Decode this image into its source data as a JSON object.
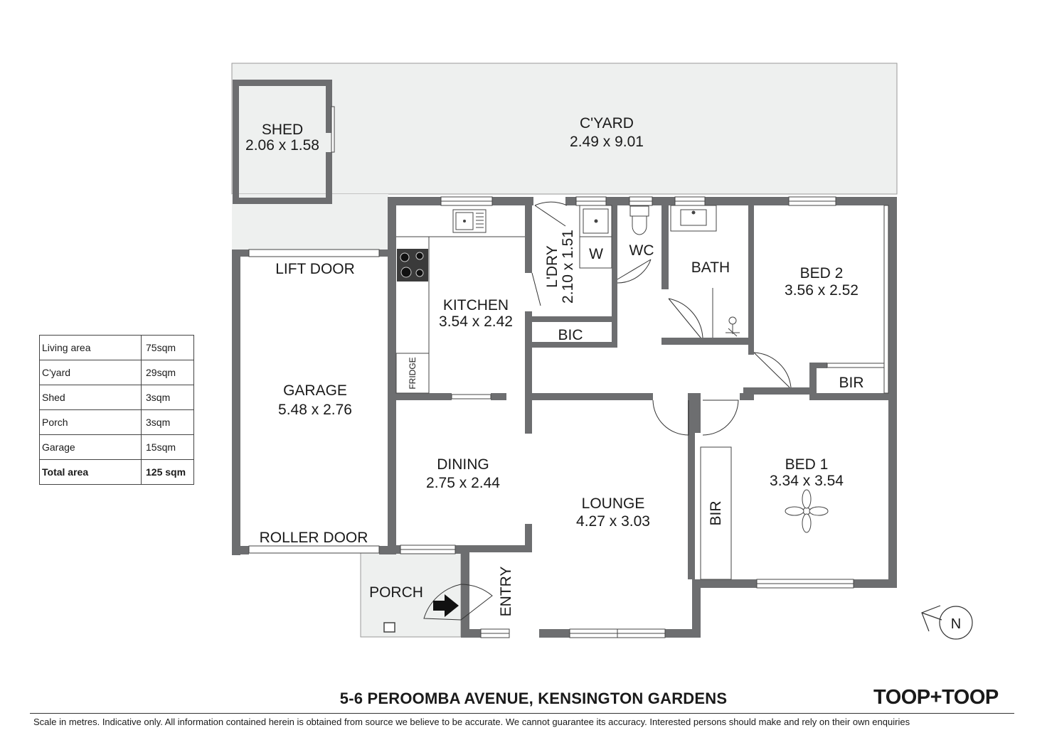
{
  "rooms": {
    "cyard": {
      "name": "C'YARD",
      "dims": "2.49 x 9.01"
    },
    "shed": {
      "name": "SHED",
      "dims": "2.06 x 1.58"
    },
    "garage": {
      "name": "GARAGE",
      "dims": "5.48 x 2.76",
      "lift_door": "LIFT DOOR",
      "roller_door": "ROLLER DOOR"
    },
    "kitchen": {
      "name": "KITCHEN",
      "dims": "3.54 x 2.42",
      "fridge": "FRIDGE"
    },
    "laundry": {
      "name": "L'DRY",
      "dims": "2.10 x 1.51",
      "washer": "W"
    },
    "wc": {
      "name": "WC"
    },
    "bath": {
      "name": "BATH"
    },
    "bic": {
      "name": "BIC"
    },
    "bed2": {
      "name": "BED 2",
      "dims": "3.56 x 2.52",
      "bir": "BIR"
    },
    "bed1": {
      "name": "BED 1",
      "dims": "3.34 x 3.54",
      "bir": "BIR"
    },
    "dining": {
      "name": "DINING",
      "dims": "2.75 x 2.44"
    },
    "lounge": {
      "name": "LOUNGE",
      "dims": "4.27 x 3.03"
    },
    "porch": {
      "name": "PORCH"
    },
    "entry": {
      "name": "ENTRY"
    }
  },
  "compass": "N",
  "area_table": [
    {
      "label": "Living area",
      "value": "75sqm"
    },
    {
      "label": "C'yard",
      "value": "29sqm"
    },
    {
      "label": "Shed",
      "value": "3sqm"
    },
    {
      "label": "Porch",
      "value": "3sqm"
    },
    {
      "label": "Garage",
      "value": "15sqm"
    },
    {
      "label": "Total area",
      "value": "125 sqm"
    }
  ],
  "address": "5-6 PEROOMBA AVENUE, KENSINGTON GARDENS",
  "logo": "TOOP+TOOP",
  "disclaimer": "Scale in metres. Indicative only. All information contained herein is obtained from source we believe to be accurate. We cannot guarantee its accuracy. Interested persons should make and rely on their own enquiries",
  "colors": {
    "wall": "#6d6e70",
    "yard": "#eef0ef",
    "line": "#333333"
  }
}
